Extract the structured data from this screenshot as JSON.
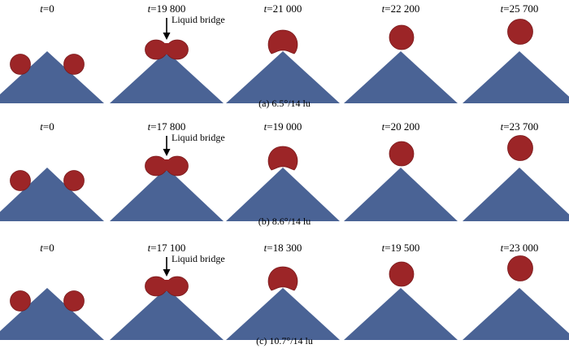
{
  "colors": {
    "substrate": "#4a6395",
    "droplet": "#9c2527",
    "droplet_edge": "#7a1a1c",
    "text": "#000000"
  },
  "bridge_label": "Liquid bridge",
  "rows": [
    {
      "caption": "(a) 6.5°/14 lu",
      "frames": [
        {
          "t_var": "t",
          "t_value": "=0",
          "state": "two-drops"
        },
        {
          "t_var": "t",
          "t_value": "=19 800",
          "state": "liquid-bridge"
        },
        {
          "t_var": "t",
          "t_value": "=21 000",
          "state": "merged-low"
        },
        {
          "t_var": "t",
          "t_value": "=22 200",
          "state": "merged-mid"
        },
        {
          "t_var": "t",
          "t_value": "=25 700",
          "state": "detached"
        }
      ]
    },
    {
      "caption": "(b) 8.6°/14 lu",
      "frames": [
        {
          "t_var": "t",
          "t_value": "=0",
          "state": "two-drops"
        },
        {
          "t_var": "t",
          "t_value": "=17 800",
          "state": "liquid-bridge"
        },
        {
          "t_var": "t",
          "t_value": "=19 000",
          "state": "merged-low"
        },
        {
          "t_var": "t",
          "t_value": "=20 200",
          "state": "merged-mid"
        },
        {
          "t_var": "t",
          "t_value": "=23 700",
          "state": "detached"
        }
      ]
    },
    {
      "caption": "(c) 10.7°/14 lu",
      "frames": [
        {
          "t_var": "t",
          "t_value": "=0",
          "state": "two-drops"
        },
        {
          "t_var": "t",
          "t_value": "=17 100",
          "state": "liquid-bridge"
        },
        {
          "t_var": "t",
          "t_value": "=18 300",
          "state": "merged-low"
        },
        {
          "t_var": "t",
          "t_value": "=19 500",
          "state": "merged-mid"
        },
        {
          "t_var": "t",
          "t_value": "=23 000",
          "state": "detached"
        }
      ]
    }
  ]
}
